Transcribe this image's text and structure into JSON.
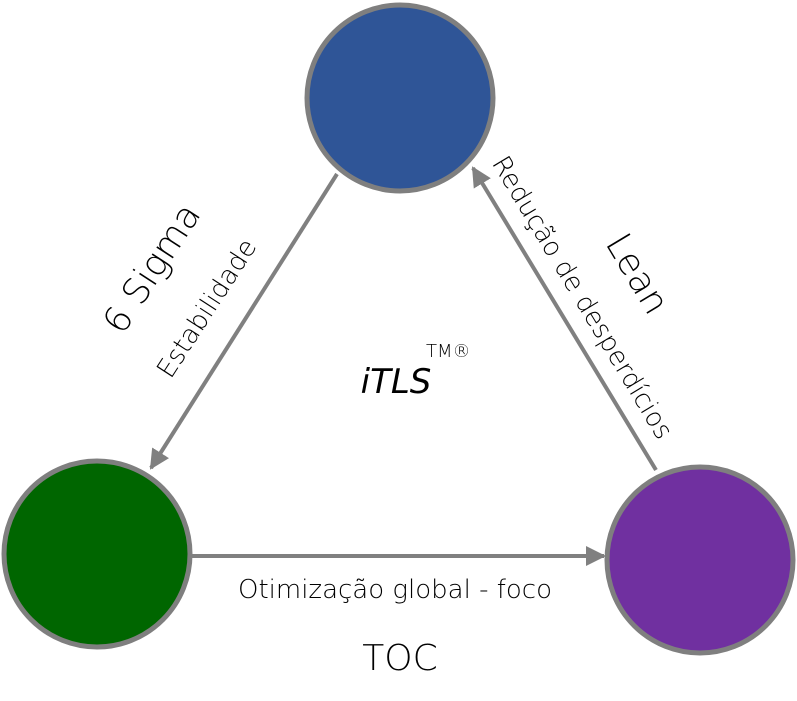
{
  "nodes": [
    {
      "id": "top",
      "color": "#2f5597"
    },
    {
      "id": "left",
      "color": "#006600"
    },
    {
      "id": "right",
      "color": "#7030a0"
    }
  ],
  "edges": {
    "left_edge": {
      "method": "6 Sigma",
      "focus": "Estabilidade"
    },
    "right_edge": {
      "method": "Lean",
      "focus": "Redução de desperdícios"
    },
    "bottom_edge": {
      "method": "TOC",
      "focus": "Otimização global - foco"
    }
  },
  "center": {
    "name": "iTLS",
    "marks": "TM®"
  },
  "colors": {
    "edge": "#808080",
    "ring": "#7f7f7f"
  }
}
